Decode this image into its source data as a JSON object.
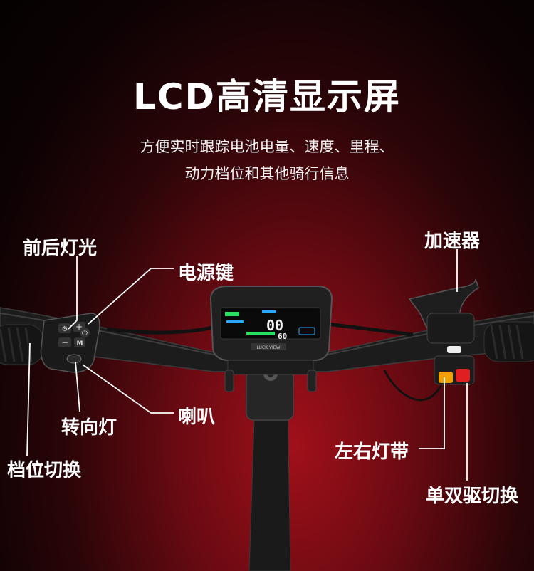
{
  "heading": {
    "title": "LCD高清显示屏",
    "subtitle_line1": "方便实时跟踪电池电量、速度、里程、",
    "subtitle_line2": "动力档位和其他骑行信息"
  },
  "callouts": {
    "front_rear_light": "前后灯光",
    "power_key": "电源键",
    "accelerator": "加速器",
    "turn_signal": "转向灯",
    "horn": "喇叭",
    "gear_switch": "档位切换",
    "lr_light_strip": "左右灯带",
    "drive_switch": "单双驱切换"
  },
  "display": {
    "speed_digits": "00",
    "secondary_digits": "60",
    "brand_label": "LUCK·VIEW"
  },
  "colors": {
    "accent_red": "#c8101c",
    "lcd_green": "#28e060",
    "lcd_blue": "#2aa8ff",
    "button_orange": "#f0a000",
    "button_red": "#e02020"
  }
}
